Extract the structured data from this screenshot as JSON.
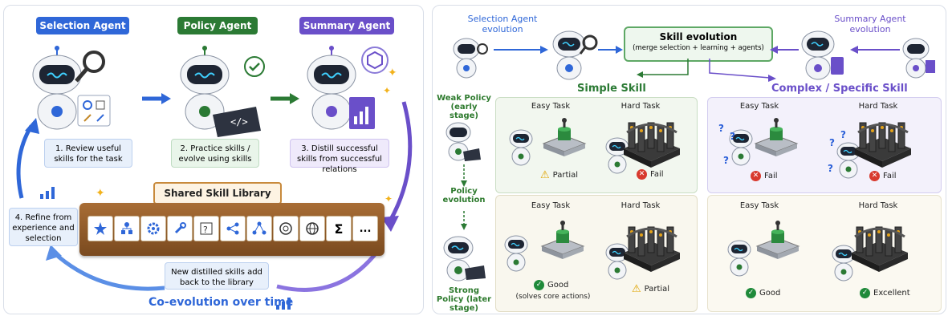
{
  "left": {
    "agents": [
      {
        "title": "Selection Agent",
        "caption": "1. Review useful skills for the task"
      },
      {
        "title": "Policy Agent",
        "caption": "2. Practice skills / evolve using skills"
      },
      {
        "title": "Summary Agent",
        "caption": "3. Distill successful skills from successful relations"
      }
    ],
    "refine_caption": "4. Refine from experience and selection",
    "library_title": "Shared Skill Library",
    "library_icons": [
      "star-icon",
      "hierarchy-icon",
      "gear-icon",
      "wrench-icon",
      "question-icon",
      "share-nodes-icon",
      "tree-icon",
      "aperture-icon",
      "globe-icon",
      "sigma-icon",
      "ellipsis-icon"
    ],
    "sigma": "Σ",
    "ellipsis": "...",
    "question_mark": "?",
    "new_skills_caption": "New distilled skills add back to the library",
    "coevolution": "Co-evolution over time"
  },
  "right": {
    "selection_evolution": "Selection Agent evolution",
    "summary_evolution": "Summary Agent evolution",
    "skill_evolution_title": "Skill evolution",
    "skill_evolution_sub": "(merge selection + learning + agents)",
    "simple_skill": "Simple Skill",
    "complex_skill": "Complex / Specific Skill",
    "weak_policy": "Weak Policy (early stage)",
    "policy_evolution": "Policy evolution",
    "strong_policy": "Strong Policy (later stage)",
    "easy_task": "Easy Task",
    "hard_task": "Hard Task",
    "results": {
      "weak_simple_easy": "Partial",
      "weak_simple_hard": "Fail",
      "weak_complex_easy": "Fail",
      "weak_complex_hard": "Fail",
      "strong_simple_easy": "Good",
      "strong_simple_easy_note": "(solves core actions)",
      "strong_simple_hard": "Partial",
      "strong_complex_easy": "Good",
      "strong_complex_hard": "Excellent"
    }
  },
  "colors": {
    "selection": "#2f67d8",
    "policy": "#2b7a34",
    "summary": "#6a4fc9",
    "library_wood": "#8a5a2b"
  }
}
